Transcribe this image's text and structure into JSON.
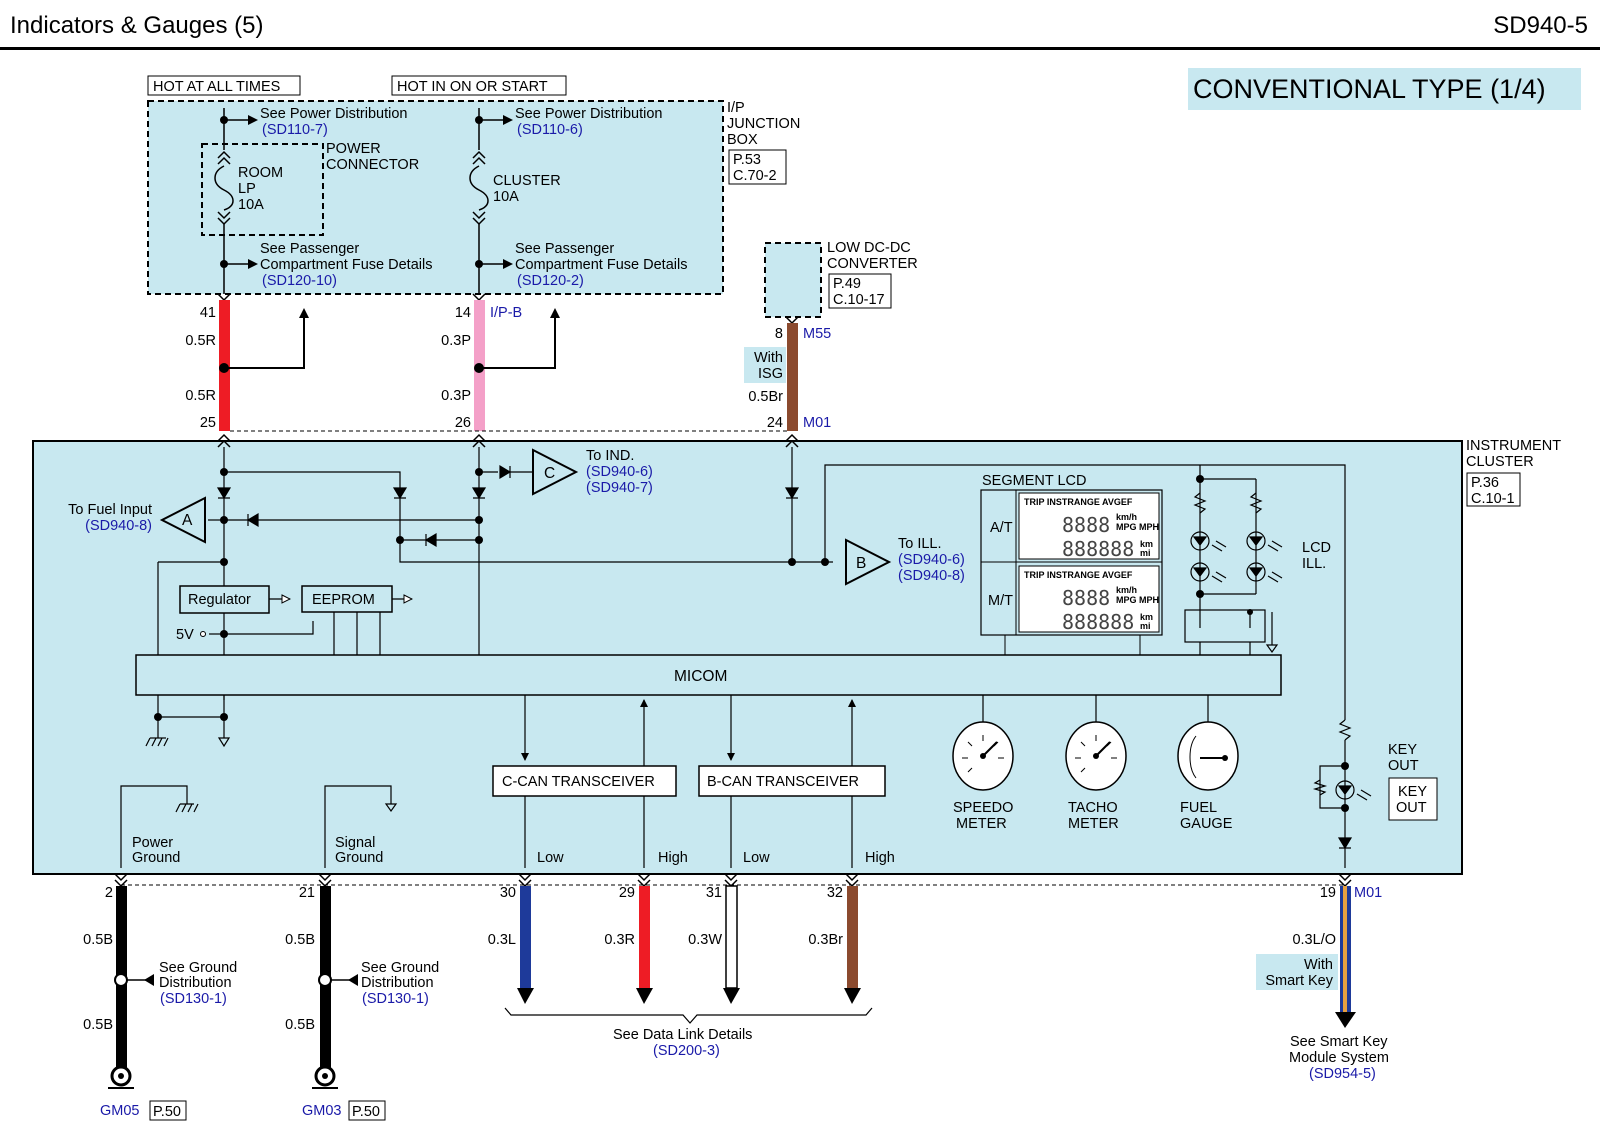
{
  "header": {
    "title": "Indicators & Gauges (5)",
    "code": "SD940-5"
  },
  "type_label": "CONVENTIONAL TYPE (1/4)",
  "colors": {
    "panel": "#c8e8f0",
    "red": "#ee1c25",
    "pink": "#f4a0c8",
    "brown": "#8b4a2e",
    "blue": "#1e3a9a",
    "link": "#1a1aa8"
  },
  "junction_box": {
    "hot_all": "HOT AT ALL TIMES",
    "hot_on": "HOT IN ON OR START",
    "name_l1": "I/P",
    "name_l2": "JUNCTION",
    "name_l3": "BOX",
    "ref_p": "P.53",
    "ref_c": "C.70-2",
    "pwr_conn_l1": "POWER",
    "pwr_conn_l2": "CONNECTOR",
    "see_pd_1": "See Power Distribution",
    "see_pd_1_ref": "(SD110-7)",
    "see_pd_2": "See Power Distribution",
    "see_pd_2_ref": "(SD110-6)",
    "fuse1_l1": "ROOM",
    "fuse1_l2": "LP",
    "fuse1_l3": "10A",
    "fuse2_l1": "CLUSTER",
    "fuse2_l2": "10A",
    "see_pc_1a": "See Passenger",
    "see_pc_1b": "Compartment Fuse Details",
    "see_pc_1_ref": "(SD120-10)",
    "see_pc_2a": "See Passenger",
    "see_pc_2b": "Compartment Fuse Details",
    "see_pc_2_ref": "(SD120-2)"
  },
  "dcdc": {
    "l1": "LOW DC-DC",
    "l2": "CONVERTER",
    "ref_p": "P.49",
    "ref_c": "C.10-17",
    "pin": "8",
    "conn": "M55",
    "with_l1": "With",
    "with_l2": "ISG",
    "wire": "0.5Br",
    "pin2": "24",
    "conn2": "M01"
  },
  "wires_top": [
    {
      "pin_top": "41",
      "wire1": "0.5R",
      "wire2": "0.5R",
      "pin_bot": "25"
    },
    {
      "pin_top": "14",
      "conn": "I/P-B",
      "wire1": "0.3P",
      "wire2": "0.3P",
      "pin_bot": "26"
    }
  ],
  "cluster": {
    "name_l1": "INSTRUMENT",
    "name_l2": "CLUSTER",
    "ref_p": "P.36",
    "ref_c": "C.10-1",
    "to_ind": "To IND.",
    "to_ind_ref1": "(SD940-6)",
    "to_ind_ref2": "(SD940-7)",
    "c_label": "C",
    "to_fuel": "To Fuel Input",
    "to_fuel_ref": "(SD940-8)",
    "a_label": "A",
    "to_ill": "To ILL.",
    "to_ill_ref1": "(SD940-6)",
    "to_ill_ref2": "(SD940-8)",
    "b_label": "B",
    "regulator": "Regulator",
    "eeprom": "EEPROM",
    "five_v": "5V",
    "micom": "MICOM",
    "segment_lcd": "SEGMENT LCD",
    "at": "A/T",
    "mt": "M/T",
    "lcd_row1": "TRIP INSTRANGE AVGEF",
    "lcd_digits1": "8888",
    "lcd_digits2": "888888",
    "lcd_unit1": "km/h",
    "lcd_unit2": "MPG MPH",
    "lcd_unit3": "km",
    "lcd_unit4": "mi",
    "lcd_ill_l1": "LCD",
    "lcd_ill_l2": "ILL.",
    "ccan": "C-CAN TRANSCEIVER",
    "bcan": "B-CAN TRANSCEIVER",
    "speedo_l1": "SPEEDO",
    "speedo_l2": "METER",
    "tacho_l1": "TACHO",
    "tacho_l2": "METER",
    "fuel_l1": "FUEL",
    "fuel_l2": "GAUGE",
    "key_out_l1": "KEY",
    "key_out_l2": "OUT",
    "key_box_l1": "KEY",
    "key_box_l2": "OUT",
    "pwr_gnd_l1": "Power",
    "pwr_gnd_l2": "Ground",
    "sig_gnd_l1": "Signal",
    "sig_gnd_l2": "Ground",
    "low": "Low",
    "high": "High"
  },
  "wires_bottom": [
    {
      "pin": "2",
      "w1": "0.5B",
      "w2": "0.5B",
      "ground": "GM05",
      "ref": "P.50",
      "see1": "See Ground",
      "see2": "Distribution",
      "see_ref": "(SD130-1)"
    },
    {
      "pin": "21",
      "w1": "0.5B",
      "w2": "0.5B",
      "ground": "GM03",
      "ref": "P.50",
      "see1": "See Ground",
      "see2": "Distribution",
      "see_ref": "(SD130-1)"
    },
    {
      "pin": "30",
      "w": "0.3L"
    },
    {
      "pin": "29",
      "w": "0.3R"
    },
    {
      "pin": "31",
      "w": "0.3W"
    },
    {
      "pin": "32",
      "w": "0.3Br"
    },
    {
      "pin": "19",
      "conn": "M01",
      "w": "0.3L/O",
      "with_l1": "With",
      "with_l2": "Smart Key",
      "see1": "See Smart Key",
      "see2": "Module System",
      "see_ref": "(SD954-5)"
    }
  ],
  "data_link": {
    "l1": "See Data Link Details",
    "ref": "(SD200-3)"
  }
}
